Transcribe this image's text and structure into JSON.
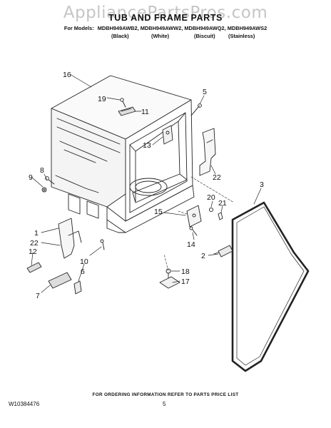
{
  "watermark": "AppliancePartsPros.com",
  "header": {
    "title": "TUB AND FRAME PARTS",
    "models_label": "For Models:",
    "models": [
      "MDBH949AWB2,",
      "MDBH949AWW2,",
      "MDBH949AWQ2,",
      "MDBH949AWS2"
    ],
    "finishes": [
      "(Black)",
      "(White)",
      "(Biscuit)",
      "(Stainless)"
    ]
  },
  "callouts": [
    "16",
    "19",
    "11",
    "5",
    "13",
    "22",
    "9",
    "8",
    "3",
    "20",
    "21",
    "15",
    "1",
    "22",
    "12",
    "10",
    "14",
    "2",
    "6",
    "18",
    "7",
    "17"
  ],
  "footer": {
    "note": "FOR ORDERING INFORMATION REFER TO PARTS PRICE LIST",
    "doc_number": "W10384476",
    "page_number": "5"
  }
}
